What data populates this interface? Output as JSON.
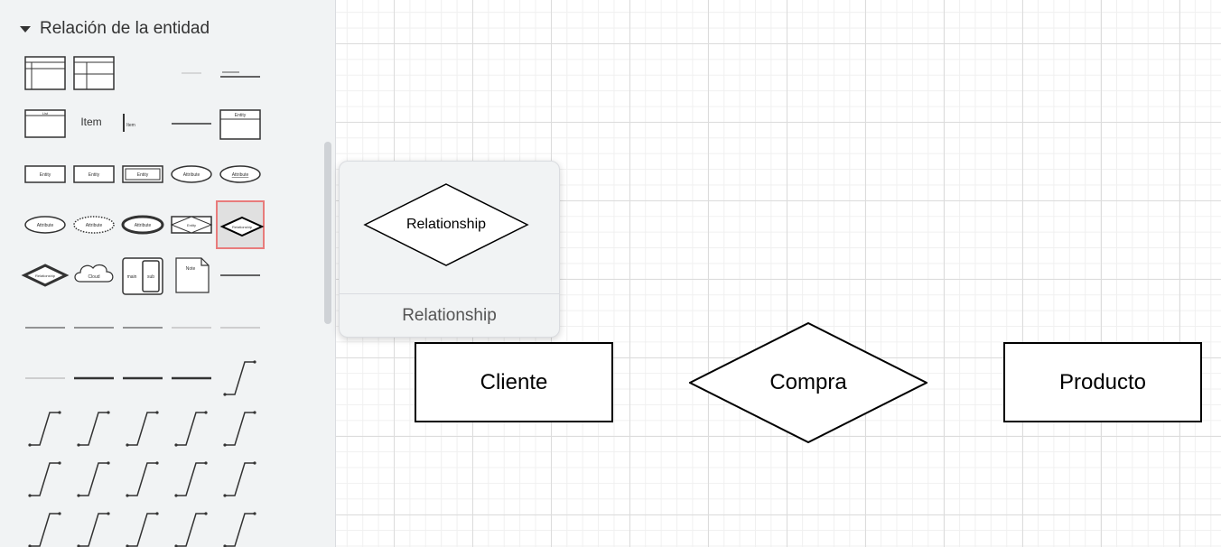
{
  "sidebar": {
    "section_title": "Relación de la entidad",
    "palette": [
      [
        "table-schema",
        "table-schema-2",
        "small-text",
        "fk-label",
        "pk-line"
      ],
      [
        "list",
        "item-text",
        "item-bar",
        "line",
        "entity-attributes"
      ],
      [
        "entity",
        "entity",
        "weak-entity",
        "attribute",
        "attribute-underline"
      ],
      [
        "attribute",
        "multivalue-attribute",
        "derived-attribute",
        "associative-entity",
        "relationship-selected"
      ],
      [
        "identifying-relationship",
        "cloud",
        "main-sub",
        "note",
        "line"
      ],
      [
        "connector-thin",
        "connector-thin",
        "connector-thin",
        "connector-gray",
        "connector-gray"
      ],
      [
        "connector-gray",
        "connector-bold",
        "connector-bold",
        "connector-bold",
        "elbow"
      ],
      [
        "elbow",
        "elbow",
        "elbow",
        "elbow",
        "elbow"
      ],
      [
        "elbow",
        "elbow",
        "elbow",
        "elbow",
        "elbow"
      ],
      [
        "elbow",
        "elbow",
        "elbow",
        "elbow",
        "elbow"
      ]
    ],
    "palette_text": {
      "item": "Item",
      "entity": "Entity",
      "attribute": "Attribute",
      "relationship": "Relationship",
      "cloud": "Cloud",
      "main": "main",
      "sub": "sub",
      "note": "Note",
      "list": "List"
    }
  },
  "preview": {
    "shape_label": "Relationship",
    "title": "Relationship"
  },
  "diagram": {
    "entity_left": "Cliente",
    "relationship": "Compra",
    "entity_right": "Producto"
  }
}
